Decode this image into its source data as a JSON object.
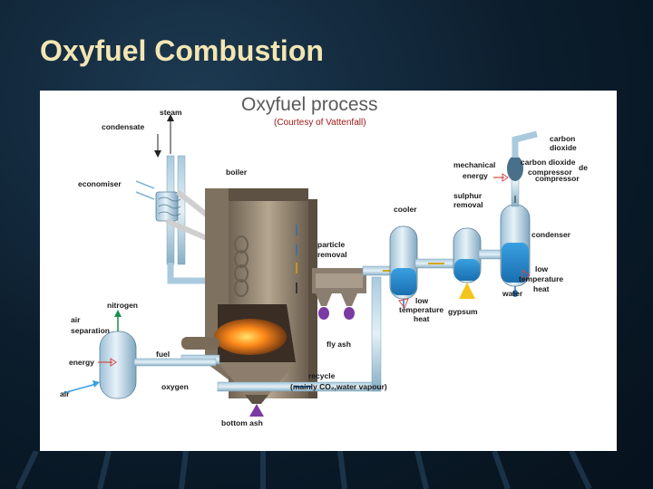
{
  "slide": {
    "title": "Oxyfuel Combustion"
  },
  "figure": {
    "title": "Oxyfuel process",
    "subtitle": "(Courtesy of Vattenfall)",
    "labels": {
      "steam": "steam",
      "condensate": "condensate",
      "economiser": "economiser",
      "boiler": "boiler",
      "mechanical_1": "mechanical",
      "energy_top": "energy",
      "carbon_1": "carbon",
      "dioxide_1": "dioxide",
      "carbon_dioxide": "carbon dioxide",
      "compressor": "compressor",
      "de": "de",
      "compressor_shadow": "compressor",
      "sulphur": "sulphur",
      "removal_top": "removal",
      "cooler": "cooler",
      "condenser": "condenser",
      "particle": "particle",
      "removal_mid": "removal",
      "low_1": "low",
      "temperature_1": "temperature",
      "heat_1": "heat",
      "water": "water",
      "nitrogen": "nitrogen",
      "air_separation_1": "air",
      "air_separation_2": "separation",
      "energy_left": "energy",
      "air": "air",
      "fuel": "fuel",
      "oxygen": "oxygen",
      "fly_ash": "fly ash",
      "low_2": "low",
      "temperature_2": "temperature",
      "heat_2": "heat",
      "gypsum": "gypsum",
      "recycle": "recycle",
      "recycle_note": "(mainly CO₂,water vapour)",
      "bottom_ash": "bottom ash"
    }
  },
  "colors": {
    "title_text": "#f3e6b3",
    "pipe": "#8fb6cc",
    "boiler_wall": "#8c7d6c",
    "vessel": "#b7d3e3",
    "ash": "#7b3aa3",
    "gypsum": "#f2c51a"
  }
}
